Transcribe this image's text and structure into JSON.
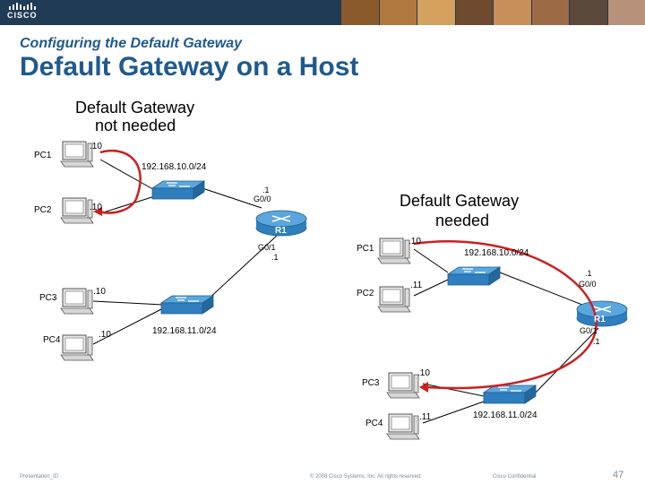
{
  "header": {
    "logo_text": "CISCO",
    "subtitle": "Configuring the Default Gateway",
    "title": "Default Gateway on a Host"
  },
  "left": {
    "callout_line1": "Default Gateway",
    "callout_line2": "not needed",
    "network_top": "192.168.10.0/24",
    "network_bottom": "192.168.11.0/24",
    "pc1": {
      "name": "PC1",
      "host": ".10"
    },
    "pc2": {
      "name": "PC2",
      "host": ".10"
    },
    "pc3": {
      "name": "PC3",
      "host": ".10"
    },
    "pc4": {
      "name": "PC4",
      "host": ".10"
    },
    "router": {
      "name": "R1",
      "g00_ip": ".1",
      "g00": "G0/0",
      "g01": "G0/1",
      "g01_ip": ".1"
    }
  },
  "right": {
    "callout_line1": "Default Gateway",
    "callout_line2": "needed",
    "network_top": "192.168.10.0/24",
    "network_bottom": "192.168.11.0/24",
    "pc1": {
      "name": "PC1",
      "host": ".10"
    },
    "pc2": {
      "name": "PC2",
      "host": ".11"
    },
    "pc3": {
      "name": "PC3",
      "host": ".10"
    },
    "pc4": {
      "name": "PC4",
      "host": ".11"
    },
    "router": {
      "name": "R1",
      "g00_ip": ".1",
      "g00": "G0/0",
      "g01": "G0/1",
      "g01_ip": ".1"
    }
  },
  "footer": {
    "left": "Presentation_ID",
    "center": "© 2008 Cisco Systems, Inc. All rights reserved.",
    "confidential": "Cisco Confidential",
    "page": "47"
  },
  "colors": {
    "title": "#1f5a8c",
    "arrow": "#cc1f1f",
    "device": "#2f7fbf"
  }
}
